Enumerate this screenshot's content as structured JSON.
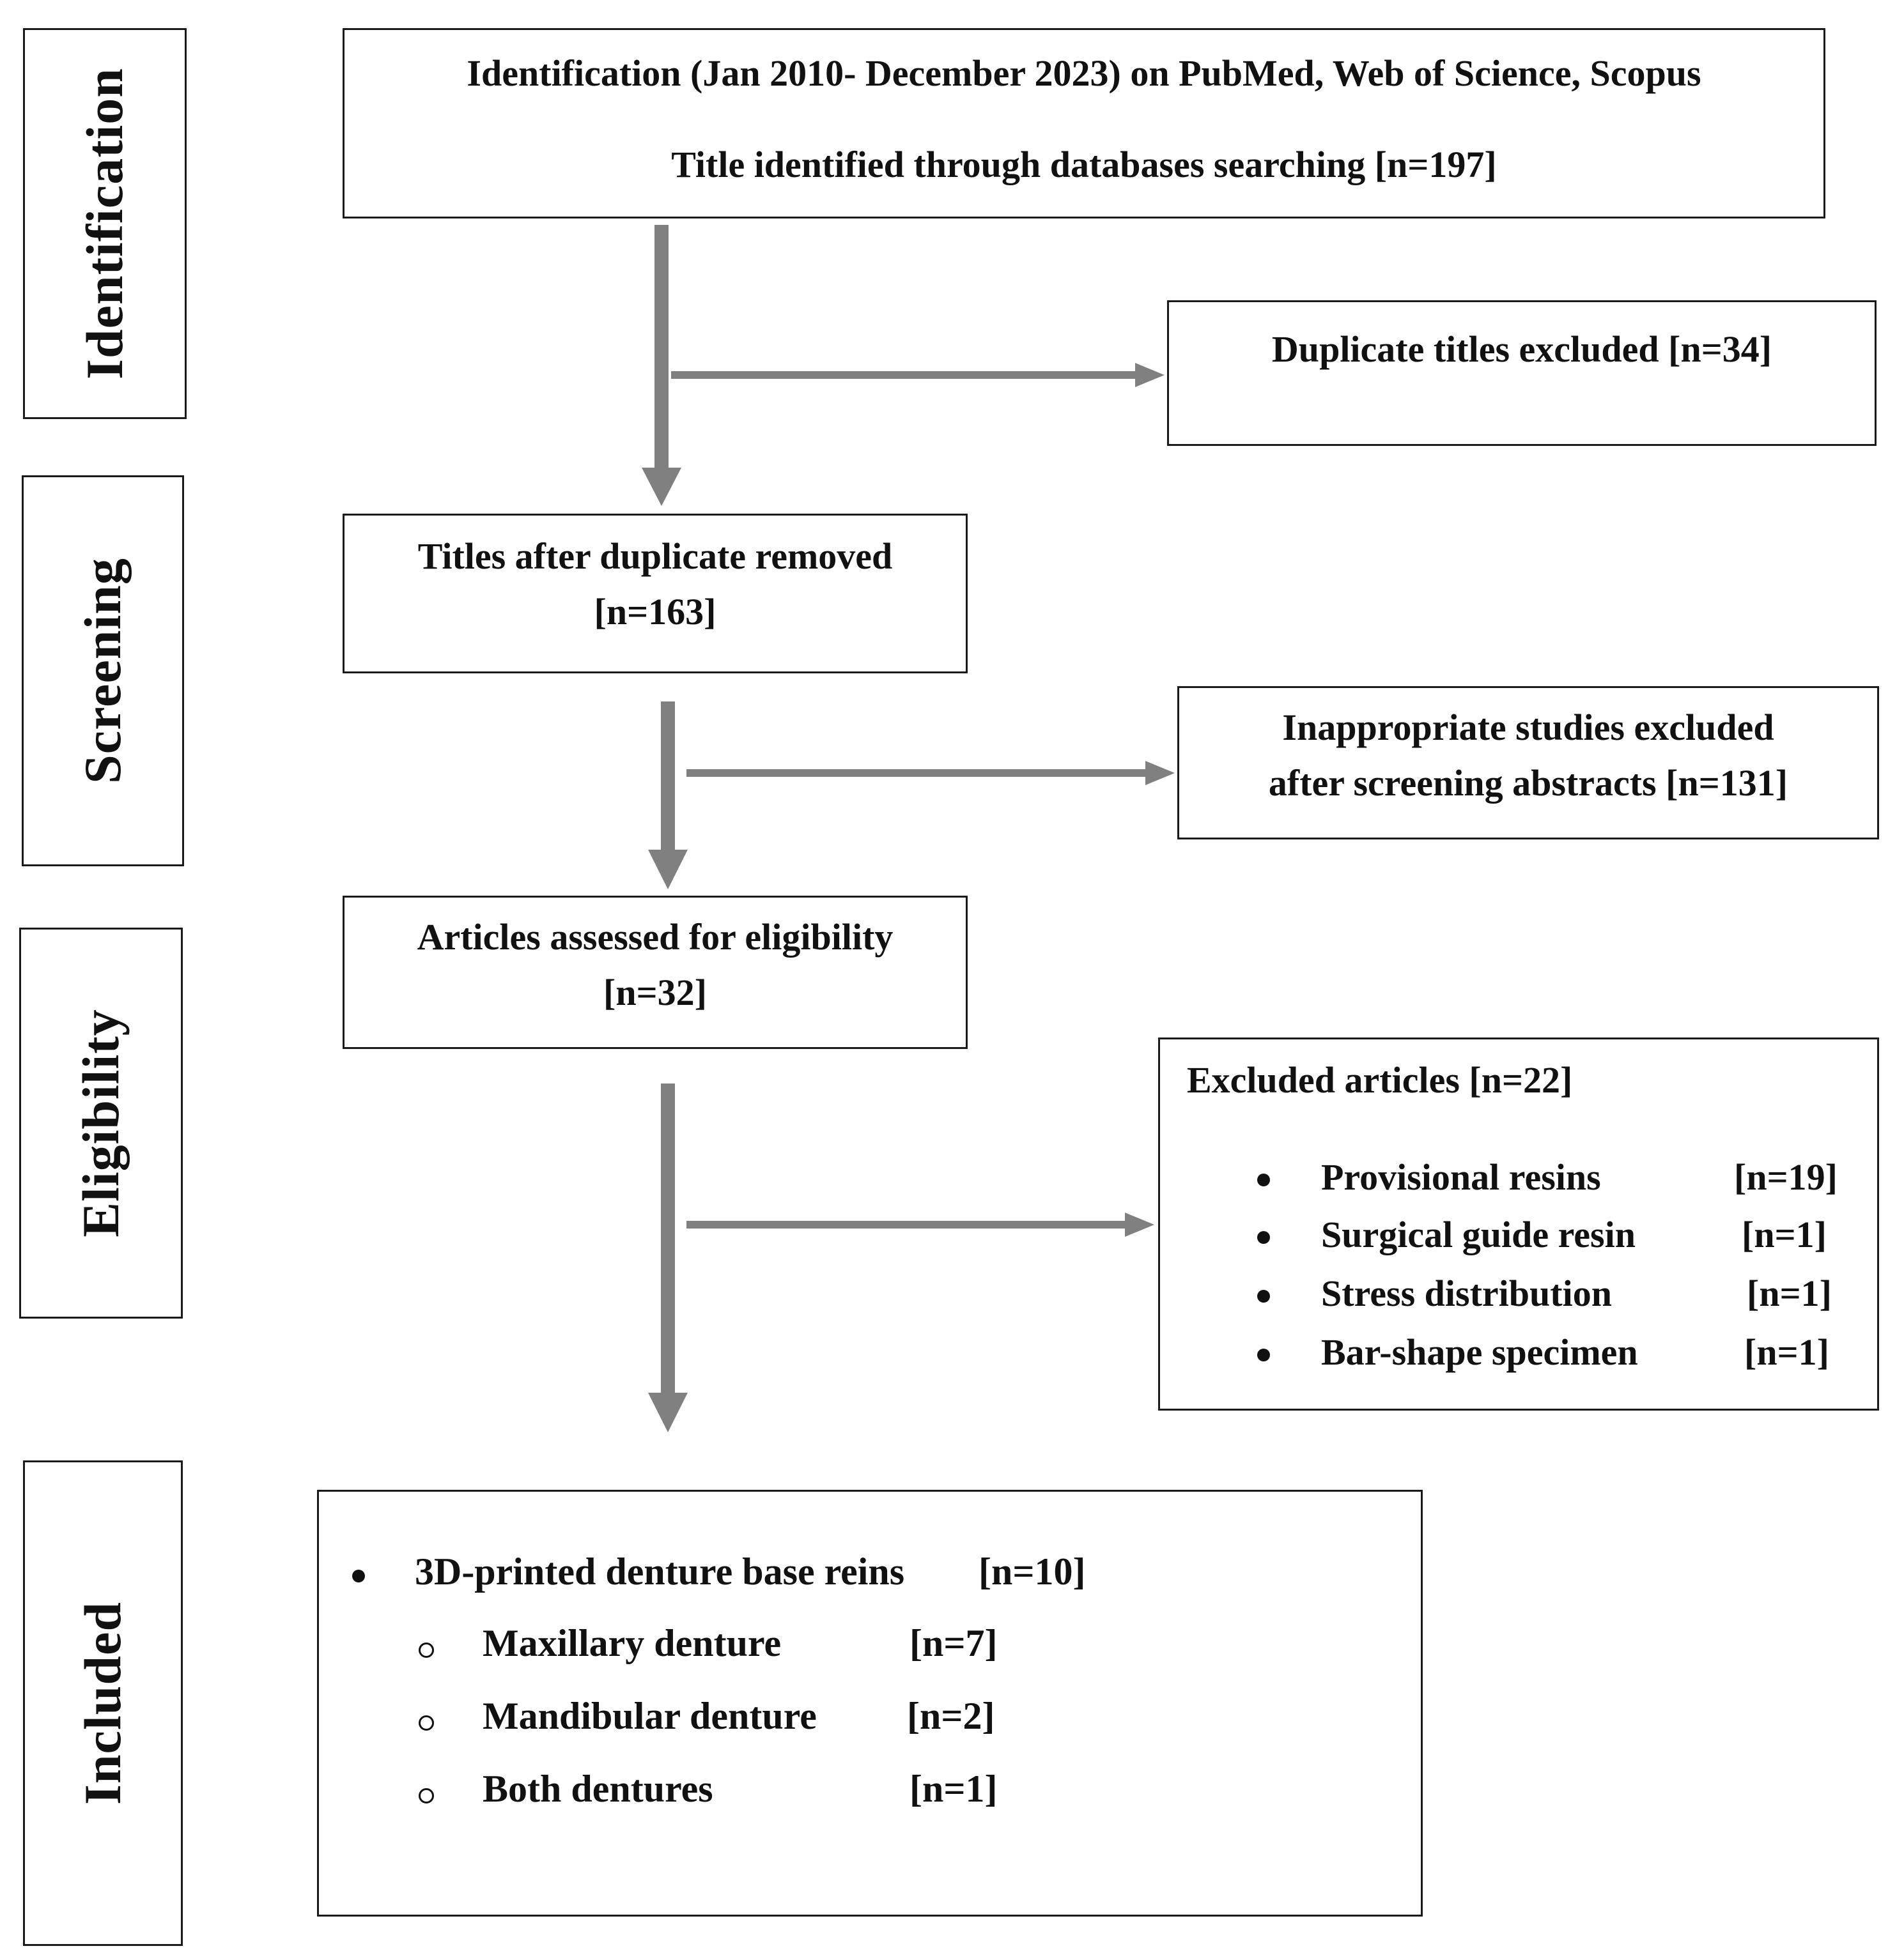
{
  "stages": {
    "identification": "Identification",
    "screening": "Screening",
    "eligibility": "Eligibility",
    "included": "Included"
  },
  "identification_box": {
    "line1": "Identification (Jan 2010- December 2023) on PubMed, Web of Science, Scopus",
    "line2": "Title identified through databases searching [n=197]"
  },
  "duplicates_box": {
    "text": "Duplicate titles excluded [n=34]"
  },
  "after_duplicates_box": {
    "line1": "Titles after duplicate removed",
    "line2": "[n=163]"
  },
  "inappropriate_box": {
    "line1": "Inappropriate studies excluded",
    "line2": "after screening abstracts [n=131]"
  },
  "eligibility_box": {
    "line1": "Articles assessed for eligibility",
    "line2": "[n=32]"
  },
  "excluded_box": {
    "heading": "Excluded articles [n=22]",
    "items": [
      {
        "label": "Provisional resins",
        "count": "[n=19]"
      },
      {
        "label": "Surgical guide resin",
        "count": "[n=1]"
      },
      {
        "label": "Stress distribution",
        "count": "[n=1]"
      },
      {
        "label": "Bar-shape specimen",
        "count": "[n=1]"
      }
    ]
  },
  "included_box": {
    "main_label": "3D-printed denture base reins",
    "main_count": "[n=10]",
    "sub_items": [
      {
        "label": "Maxillary denture",
        "count": "[n=7]"
      },
      {
        "label": "Mandibular denture",
        "count": "[n=2]"
      },
      {
        "label": "Both dentures",
        "count": "[n=1]"
      }
    ]
  },
  "colors": {
    "arrow": "#808080",
    "border": "#1a1a1a"
  }
}
